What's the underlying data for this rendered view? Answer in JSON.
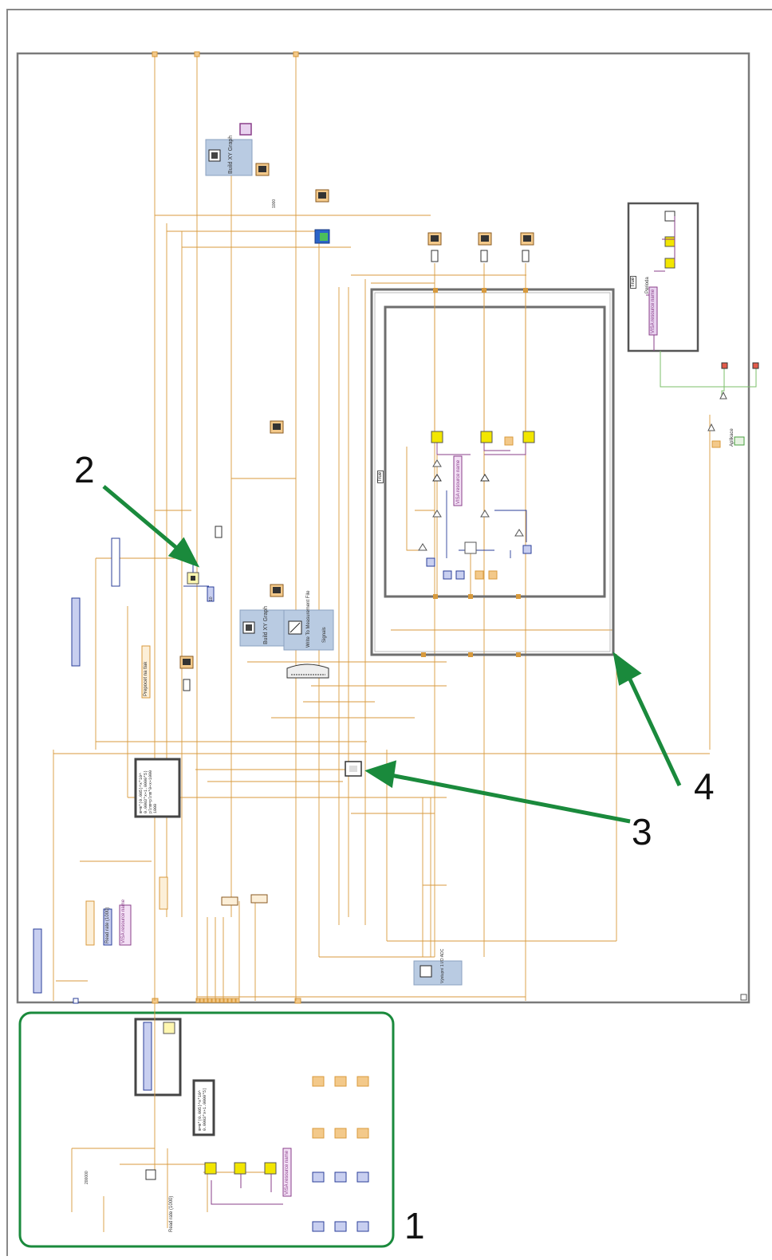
{
  "diagram": {
    "callouts": [
      {
        "id": "1",
        "text": "1"
      },
      {
        "id": "2",
        "text": "2"
      },
      {
        "id": "3",
        "text": "3"
      },
      {
        "id": "4",
        "text": "4"
      }
    ],
    "case_selectors": [
      {
        "text": "True"
      },
      {
        "text": "True"
      }
    ],
    "labels": [
      {
        "text": "Build XY Graph"
      },
      {
        "text": "Build XY Graph"
      },
      {
        "text": "Write To Measurement File"
      },
      {
        "text": "Signals"
      },
      {
        "text": "VISA resource name"
      },
      {
        "text": "VISA resource name"
      },
      {
        "text": "VISA resource name"
      },
      {
        "text": "VISA resource name"
      },
      {
        "text": "Perioda"
      },
      {
        "text": "Read rate (1000)"
      },
      {
        "text": "Read rate (1000)"
      },
      {
        "text": "Prepocet na tlak"
      },
      {
        "text": "Aplikace"
      },
      {
        "text": "Výstupní 1 I/O ADC"
      },
      {
        "text": "200000"
      },
      {
        "text": "10"
      },
      {
        "text": "1000"
      }
    ],
    "formulas": [
      {
        "text": "m=m*(0.005)^x*10^\n0.0003*x+1.0000*5)\nplnm=plnm*0+x+1000\n1000"
      },
      {
        "text": "m=m*(0.005)^x*10^\n0.0003*x+1.0000*5)"
      }
    ],
    "colors": {
      "wire_orange": "#d89a3c",
      "wire_purple": "#8a3f8a",
      "wire_blue": "#2b3f9a",
      "callout_green": "#1a8a3c",
      "frame_gray": "#6e6e6e",
      "subvi_fill": "#b9cbe2",
      "const_orange": "#f3c98a",
      "const_blue": "#c8cff0",
      "yellow_node": "#f2e600"
    }
  }
}
